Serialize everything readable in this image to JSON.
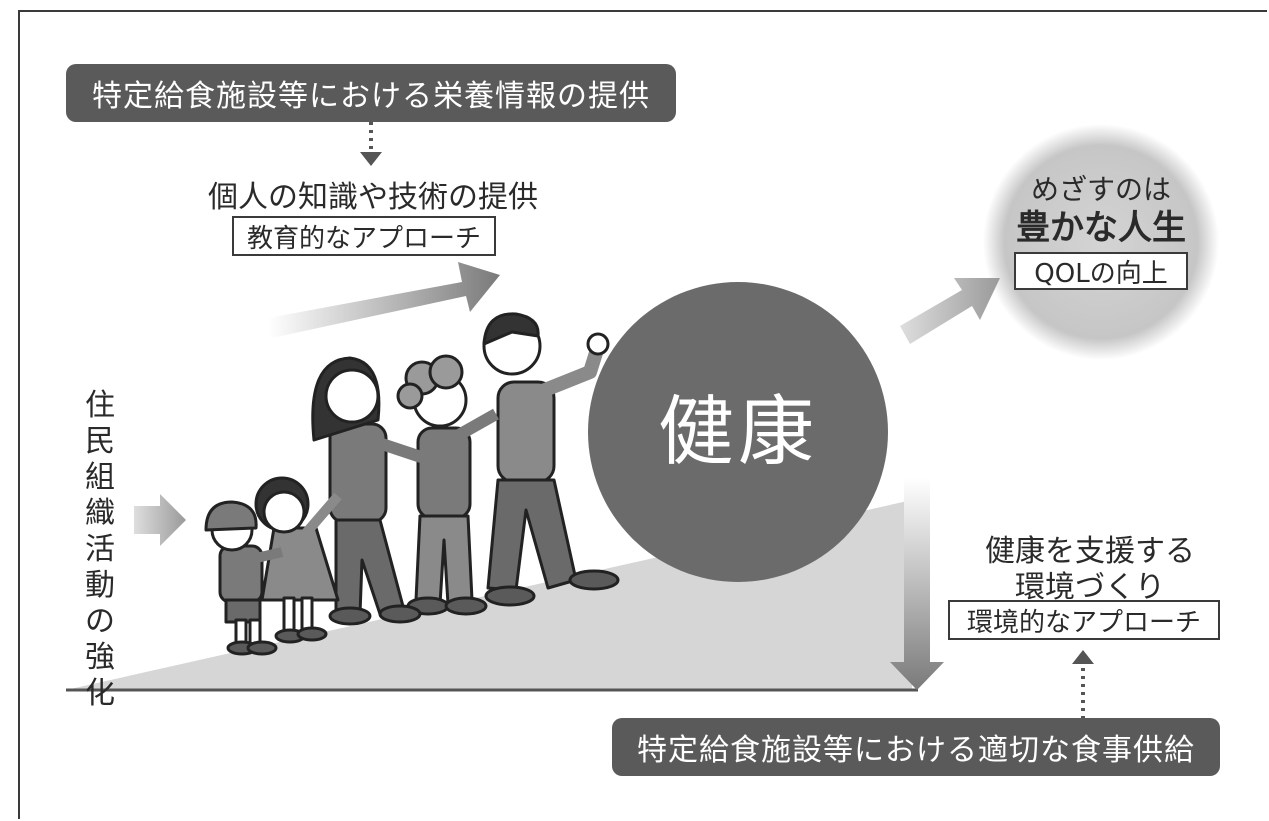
{
  "top_banner": "特定給食施設等における栄養情報の提供",
  "education": {
    "title": "個人の知識や技術の提供",
    "approach": "教育的なアプローチ"
  },
  "community": {
    "vertical_label": [
      "住",
      "民",
      "組",
      "織",
      "活",
      "動",
      "の",
      "強",
      "化"
    ]
  },
  "center": {
    "label": "健康"
  },
  "goal": {
    "line1": "めざすのは",
    "line2": "豊かな人生",
    "qol": "QOLの向上"
  },
  "environment": {
    "title_line1": "健康を支援する",
    "title_line2": "環境づくり",
    "approach": "環境的なアプローチ"
  },
  "bottom_banner": "特定給食施設等における適切な食事供給",
  "colors": {
    "banner": "#5a5a5a",
    "ball": "#6b6b6b",
    "slope": "#d6d6d6",
    "goal_circle": "#c8c8c8"
  }
}
